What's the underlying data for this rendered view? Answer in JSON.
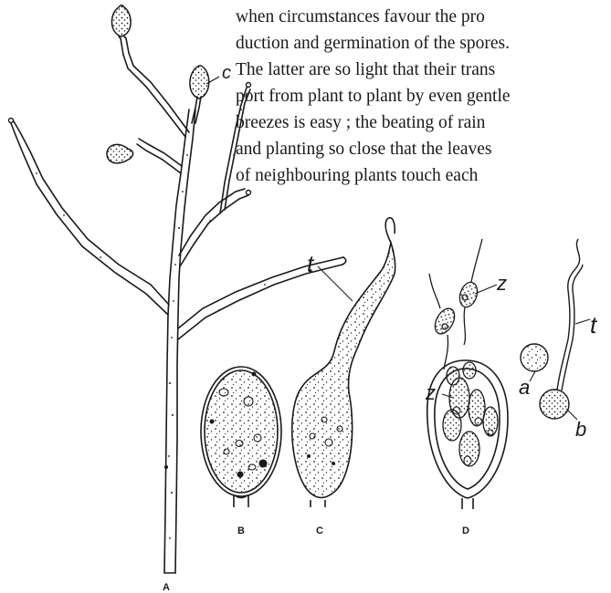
{
  "text_lines": [
    "when circumstances favour the pro",
    "duction and germination of the spores.",
    "The latter are so light that their trans",
    "port from plant to plant by even gentle",
    "breezes is easy ; the beating of rain",
    "and planting so close that the leaves",
    "of neighbouring plants touch each"
  ],
  "figure": {
    "panel_labels": [
      "A",
      "B",
      "C",
      "D"
    ],
    "letter_labels": {
      "c": "c",
      "t_left": "t",
      "t_right": "t",
      "z_upper": "z",
      "z_lower": "z",
      "a": "a",
      "b": "b"
    }
  }
}
